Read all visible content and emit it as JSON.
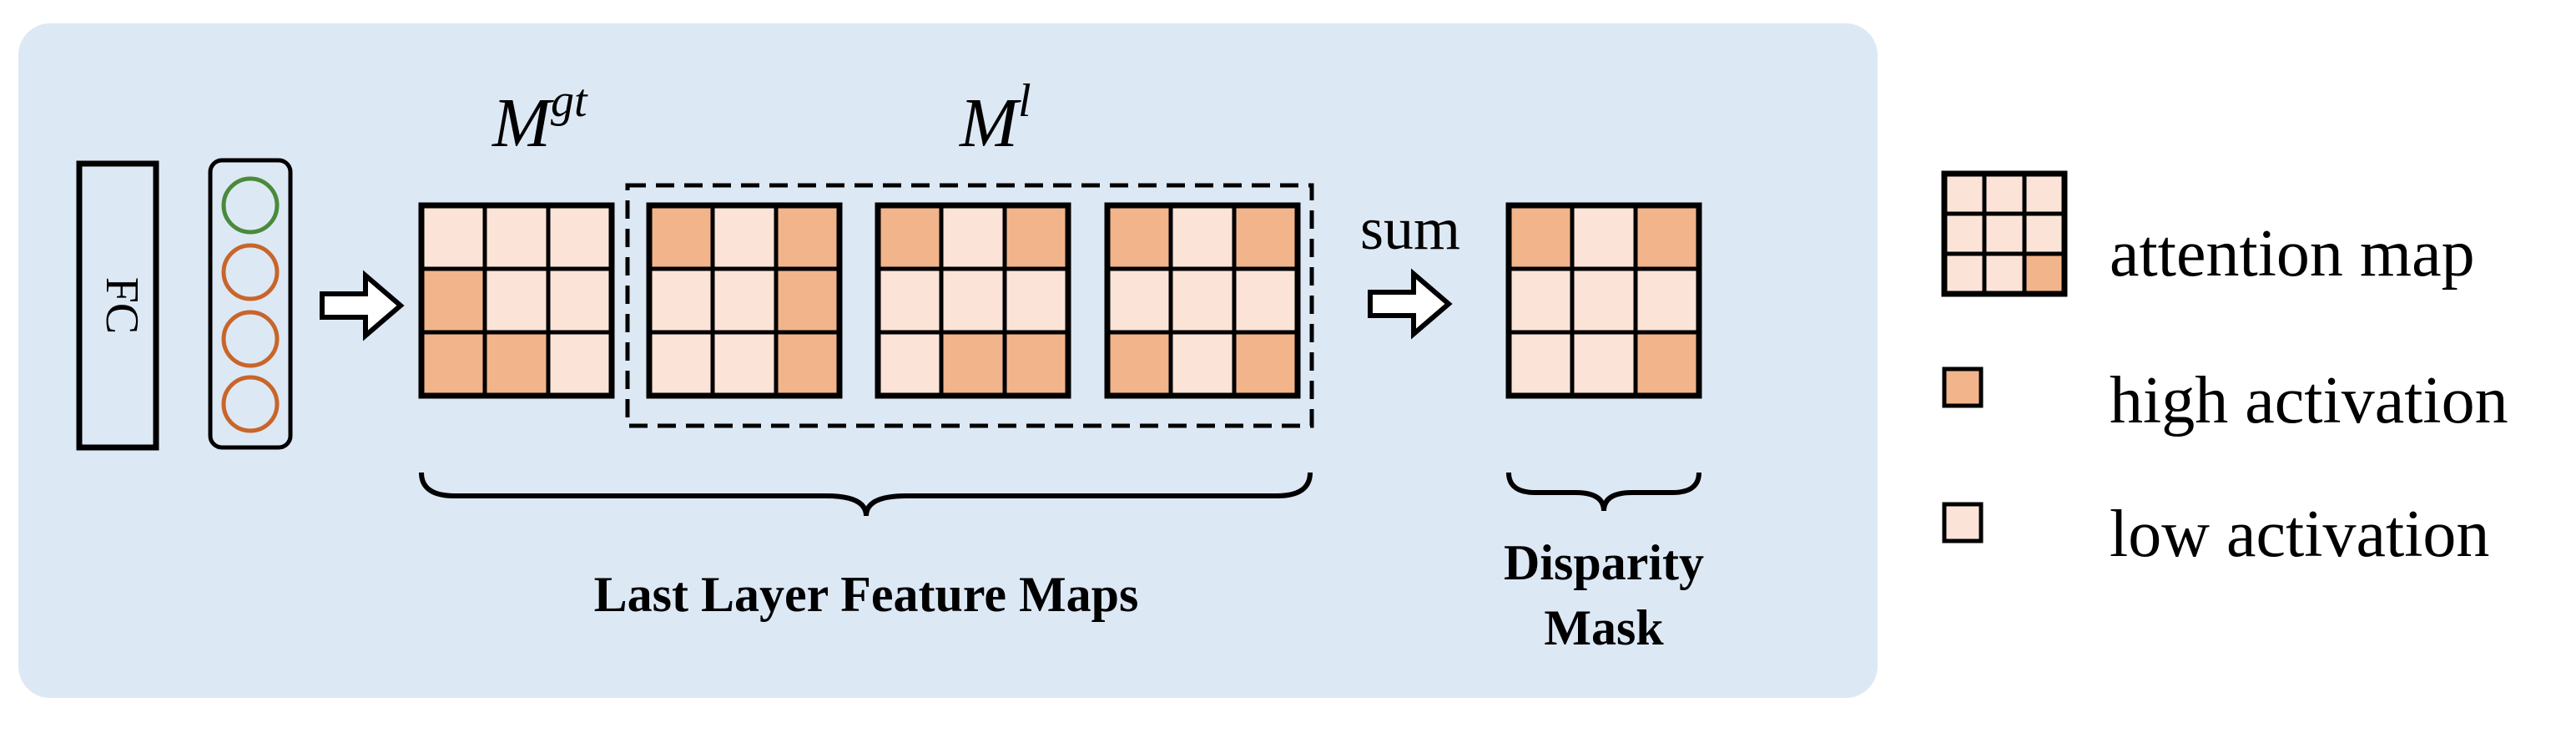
{
  "colors": {
    "panel": "#dde8f5",
    "high": "#f2b48a",
    "low": "#fbe4d7",
    "neuron_green": "#4a8a3a",
    "neuron_orange": "#c8652a",
    "stroke": "#000000"
  },
  "fc_label": "FC",
  "neurons": [
    "green",
    "orange",
    "orange",
    "orange"
  ],
  "labels": {
    "mgt_base": "M",
    "mgt_sup": "gt",
    "ml_base": "M",
    "ml_sup": "l",
    "sum": "sum",
    "feature_maps": "Last Layer Feature Maps",
    "disparity_line1": "Disparity",
    "disparity_line2": "Mask"
  },
  "grids": {
    "mgt": [
      [
        0,
        0,
        0
      ],
      [
        1,
        0,
        0
      ],
      [
        1,
        1,
        0
      ]
    ],
    "ml": [
      [
        [
          1,
          0,
          1
        ],
        [
          0,
          0,
          1
        ],
        [
          0,
          0,
          1
        ]
      ],
      [
        [
          1,
          0,
          1
        ],
        [
          0,
          0,
          0
        ],
        [
          0,
          1,
          1
        ]
      ],
      [
        [
          1,
          0,
          1
        ],
        [
          0,
          0,
          0
        ],
        [
          1,
          0,
          1
        ]
      ]
    ],
    "mask": [
      [
        1,
        0,
        1
      ],
      [
        0,
        0,
        0
      ],
      [
        0,
        0,
        1
      ]
    ],
    "legend_attention": [
      [
        0,
        0,
        0
      ],
      [
        0,
        0,
        0
      ],
      [
        0,
        0,
        1
      ]
    ]
  },
  "legend": {
    "attention": "attention map",
    "high": "high activation",
    "low": "low activation"
  }
}
